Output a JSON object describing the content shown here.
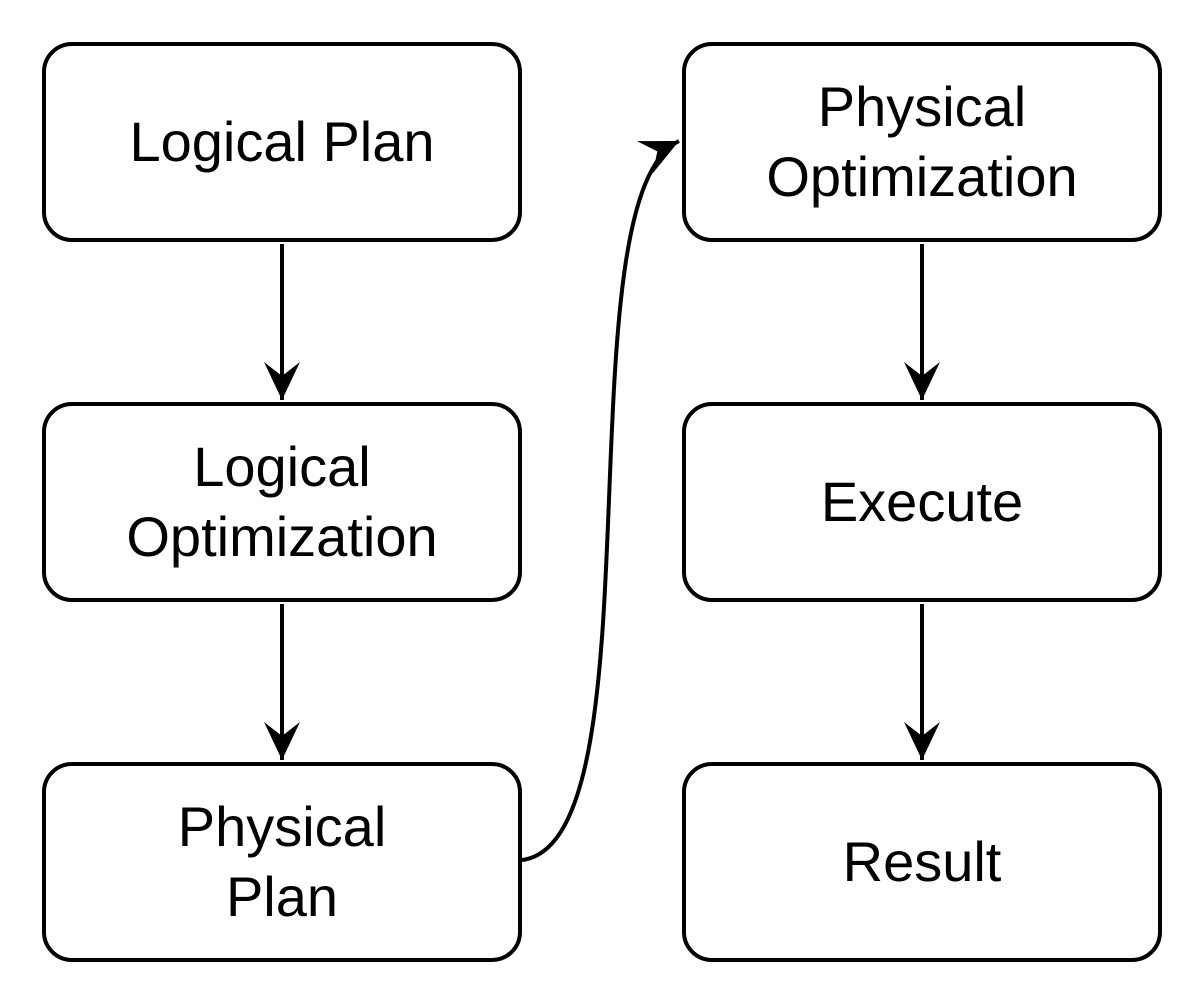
{
  "diagram": {
    "background_color": "#ffffff",
    "node_fill_color": "#ffffff",
    "node_stroke_color": "#000000",
    "text_color": "#000000",
    "nodes": [
      {
        "id": "logical-plan",
        "label": "Logical Plan"
      },
      {
        "id": "logical-optimization",
        "label": "Logical\nOptimization"
      },
      {
        "id": "physical-plan",
        "label": "Physical\nPlan"
      },
      {
        "id": "physical-optimization",
        "label": "Physical\nOptimization"
      },
      {
        "id": "execute",
        "label": "Execute"
      },
      {
        "id": "result",
        "label": "Result"
      }
    ],
    "edges": [
      {
        "from": "logical-plan",
        "to": "logical-optimization",
        "style": "straight-arrow"
      },
      {
        "from": "logical-optimization",
        "to": "physical-plan",
        "style": "straight-arrow"
      },
      {
        "from": "physical-plan",
        "to": "physical-optimization",
        "style": "curved-arrow"
      },
      {
        "from": "physical-optimization",
        "to": "execute",
        "style": "straight-arrow"
      },
      {
        "from": "execute",
        "to": "result",
        "style": "straight-arrow"
      }
    ]
  }
}
